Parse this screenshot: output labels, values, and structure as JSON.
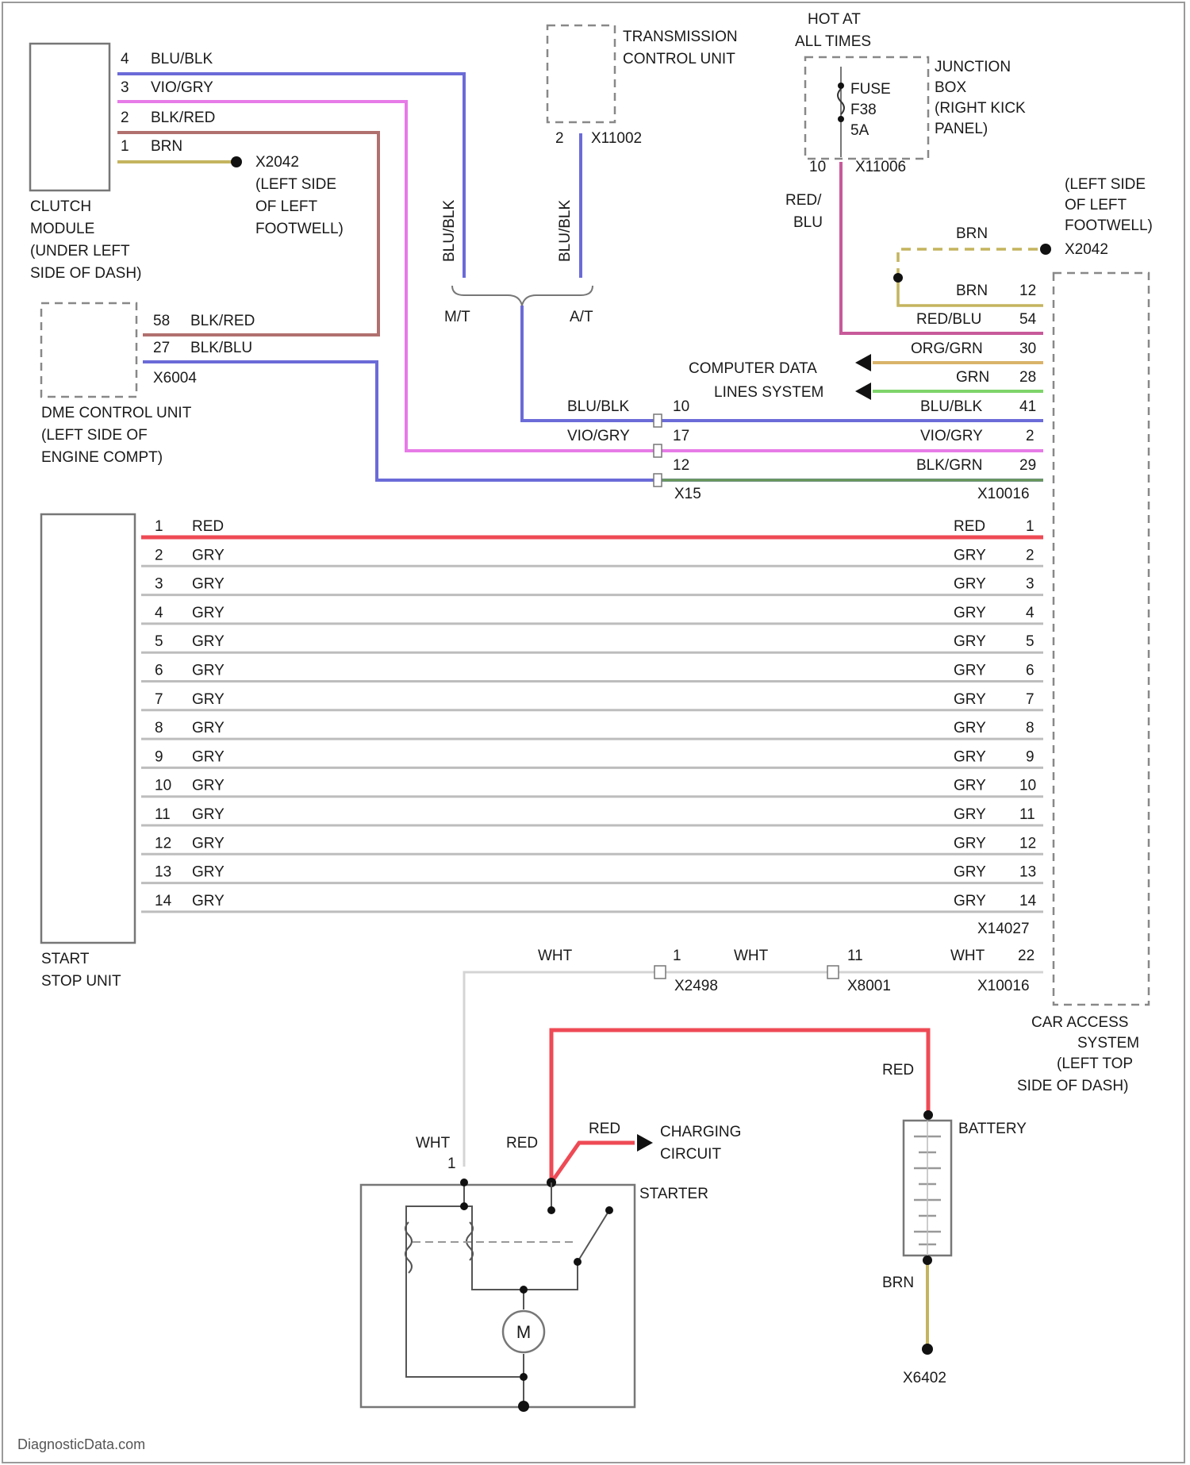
{
  "footer": {
    "site": "DiagnosticData.com"
  },
  "components": {
    "clutch_module": [
      "CLUTCH",
      "MODULE",
      "(UNDER LEFT",
      "SIDE OF DASH)"
    ],
    "dme_control_unit": [
      "DME CONTROL UNIT",
      "(LEFT SIDE OF",
      "ENGINE COMPT)"
    ],
    "start_stop_unit": [
      "START",
      "STOP UNIT"
    ],
    "transmission_control_unit": [
      "TRANSMISSION",
      "CONTROL UNIT"
    ],
    "junction_box": [
      "JUNCTION",
      "BOX",
      "(RIGHT KICK",
      "PANEL)"
    ],
    "hot_at_all_times": [
      "HOT AT",
      "ALL TIMES"
    ],
    "fuse": [
      "FUSE",
      "F38",
      "5A"
    ],
    "car_access_system": [
      "CAR ACCESS",
      "SYSTEM",
      "(LEFT TOP",
      "SIDE OF DASH)"
    ],
    "computer_data_lines": [
      "COMPUTER DATA",
      "LINES SYSTEM"
    ],
    "starter": "STARTER",
    "battery": "BATTERY",
    "charging_circuit": [
      "CHARGING",
      "CIRCUIT"
    ],
    "motor_symbol": "M"
  },
  "grounds": {
    "x2042_clutch": [
      "X2042",
      "(LEFT SIDE",
      "OF LEFT",
      "FOOTWELL)"
    ],
    "x2042_cas": [
      "(LEFT SIDE",
      "OF LEFT",
      "FOOTWELL)",
      "X2042"
    ],
    "x6402": "X6402"
  },
  "connectors": {
    "tcu": "X11002",
    "junction_box": "X11006",
    "dme": "X6004",
    "splice": "X15",
    "cas_upper": "X10016",
    "start_stop": "X14027",
    "x2498": "X2498",
    "x8001": "X8001",
    "cas_lower": "X10016"
  },
  "transmission_split": {
    "mt": "M/T",
    "at": "A/T"
  },
  "wires": {
    "clutch": [
      {
        "pin": "4",
        "color": "BLU/BLK"
      },
      {
        "pin": "3",
        "color": "VIO/GRY"
      },
      {
        "pin": "2",
        "color": "BLK/RED"
      },
      {
        "pin": "1",
        "color": "BRN"
      }
    ],
    "dme": [
      {
        "pin": "58",
        "color": "BLK/RED"
      },
      {
        "pin": "27",
        "color": "BLK/BLU"
      }
    ],
    "tcu_pin": "2",
    "vertical_blu_blk": "BLU/BLK",
    "junction_pin": "10",
    "junction_wire_color": [
      "RED/",
      "BLU"
    ],
    "ground_brn": "BRN",
    "cas_upper": [
      {
        "pin": "12",
        "color": "BRN"
      },
      {
        "pin": "54",
        "color": "RED/BLU"
      },
      {
        "pin": "30",
        "color": "ORG/GRN"
      },
      {
        "pin": "28",
        "color": "GRN"
      },
      {
        "pin": "41",
        "color": "BLU/BLK"
      },
      {
        "pin": "2",
        "color": "VIO/GRY"
      },
      {
        "pin": "29",
        "color": "BLK/GRN"
      }
    ],
    "splice_pins": [
      {
        "pin": "10",
        "color": "BLU/BLK"
      },
      {
        "pin": "17",
        "color": "VIO/GRY"
      },
      {
        "pin": "12",
        "color": ""
      }
    ],
    "start_stop_bus": [
      {
        "pin": "1",
        "color": "RED"
      },
      {
        "pin": "2",
        "color": "GRY"
      },
      {
        "pin": "3",
        "color": "GRY"
      },
      {
        "pin": "4",
        "color": "GRY"
      },
      {
        "pin": "5",
        "color": "GRY"
      },
      {
        "pin": "6",
        "color": "GRY"
      },
      {
        "pin": "7",
        "color": "GRY"
      },
      {
        "pin": "8",
        "color": "GRY"
      },
      {
        "pin": "9",
        "color": "GRY"
      },
      {
        "pin": "10",
        "color": "GRY"
      },
      {
        "pin": "11",
        "color": "GRY"
      },
      {
        "pin": "12",
        "color": "GRY"
      },
      {
        "pin": "13",
        "color": "GRY"
      },
      {
        "pin": "14",
        "color": "GRY"
      }
    ],
    "wht_run": [
      {
        "pin": "",
        "color": "WHT"
      },
      {
        "pin": "1",
        "color": "WHT"
      },
      {
        "pin": "11",
        "color": "WHT"
      },
      {
        "pin": "22",
        "color": ""
      }
    ],
    "starter_wht": {
      "pin": "1",
      "color": "WHT"
    },
    "starter_red": "RED",
    "charging_red": "RED",
    "battery_red": "RED",
    "battery_brn": "BRN"
  },
  "colors": {
    "blu_blk": "#6b6bd8",
    "vio_gry": "#e77be7",
    "blk_red": "#b0706e",
    "brn": "#c9b06a",
    "red": "#ee4a55",
    "red_blu": "#c85a9a",
    "org_grn": "#d9b36a",
    "grn": "#7fd46a",
    "blk_grn": "#6a9a5a",
    "gry": "#bdbdbd",
    "wht": "#d4d4d4",
    "yellow": "#c4b45e"
  }
}
